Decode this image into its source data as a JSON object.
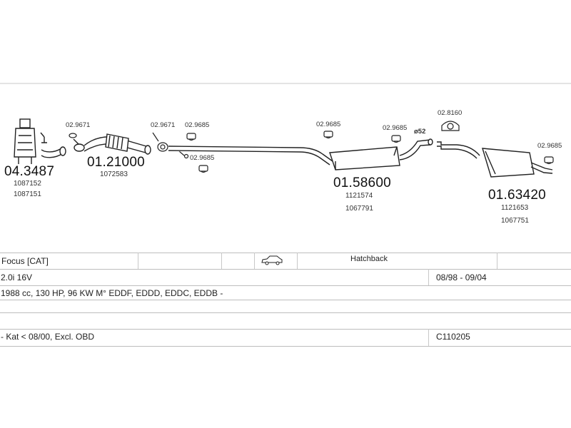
{
  "parts": {
    "catalyst": {
      "code": "04.3487",
      "refs": [
        "1087152",
        "1087151"
      ]
    },
    "front_pipe": {
      "code": "01.21000",
      "refs": [
        "1072583"
      ]
    },
    "middle_silencer": {
      "code": "01.58600",
      "refs": [
        "1121574",
        "1067791"
      ]
    },
    "rear_silencer": {
      "code": "01.63420",
      "refs": [
        "1121653",
        "1067751"
      ]
    }
  },
  "fittings": {
    "f1": "02.9671",
    "f2": "02.9671",
    "f3": "02.9685",
    "f4": "02.9685",
    "f5": "02.9685",
    "f6": "02.9685",
    "f7": "02.8160",
    "f8": "02.9685",
    "diameter": "ø52"
  },
  "table": {
    "model": "Focus  [CAT]",
    "body_type": "Hatchback",
    "engine": "2.0i 16V",
    "years": "08/98 - 09/04",
    "spec": "1988 cc, 130 HP, 96 KW M° EDDF, EDDD, EDDC, EDDB -",
    "note": "- Kat < 08/00, Excl. OBD",
    "code": "C110205"
  }
}
